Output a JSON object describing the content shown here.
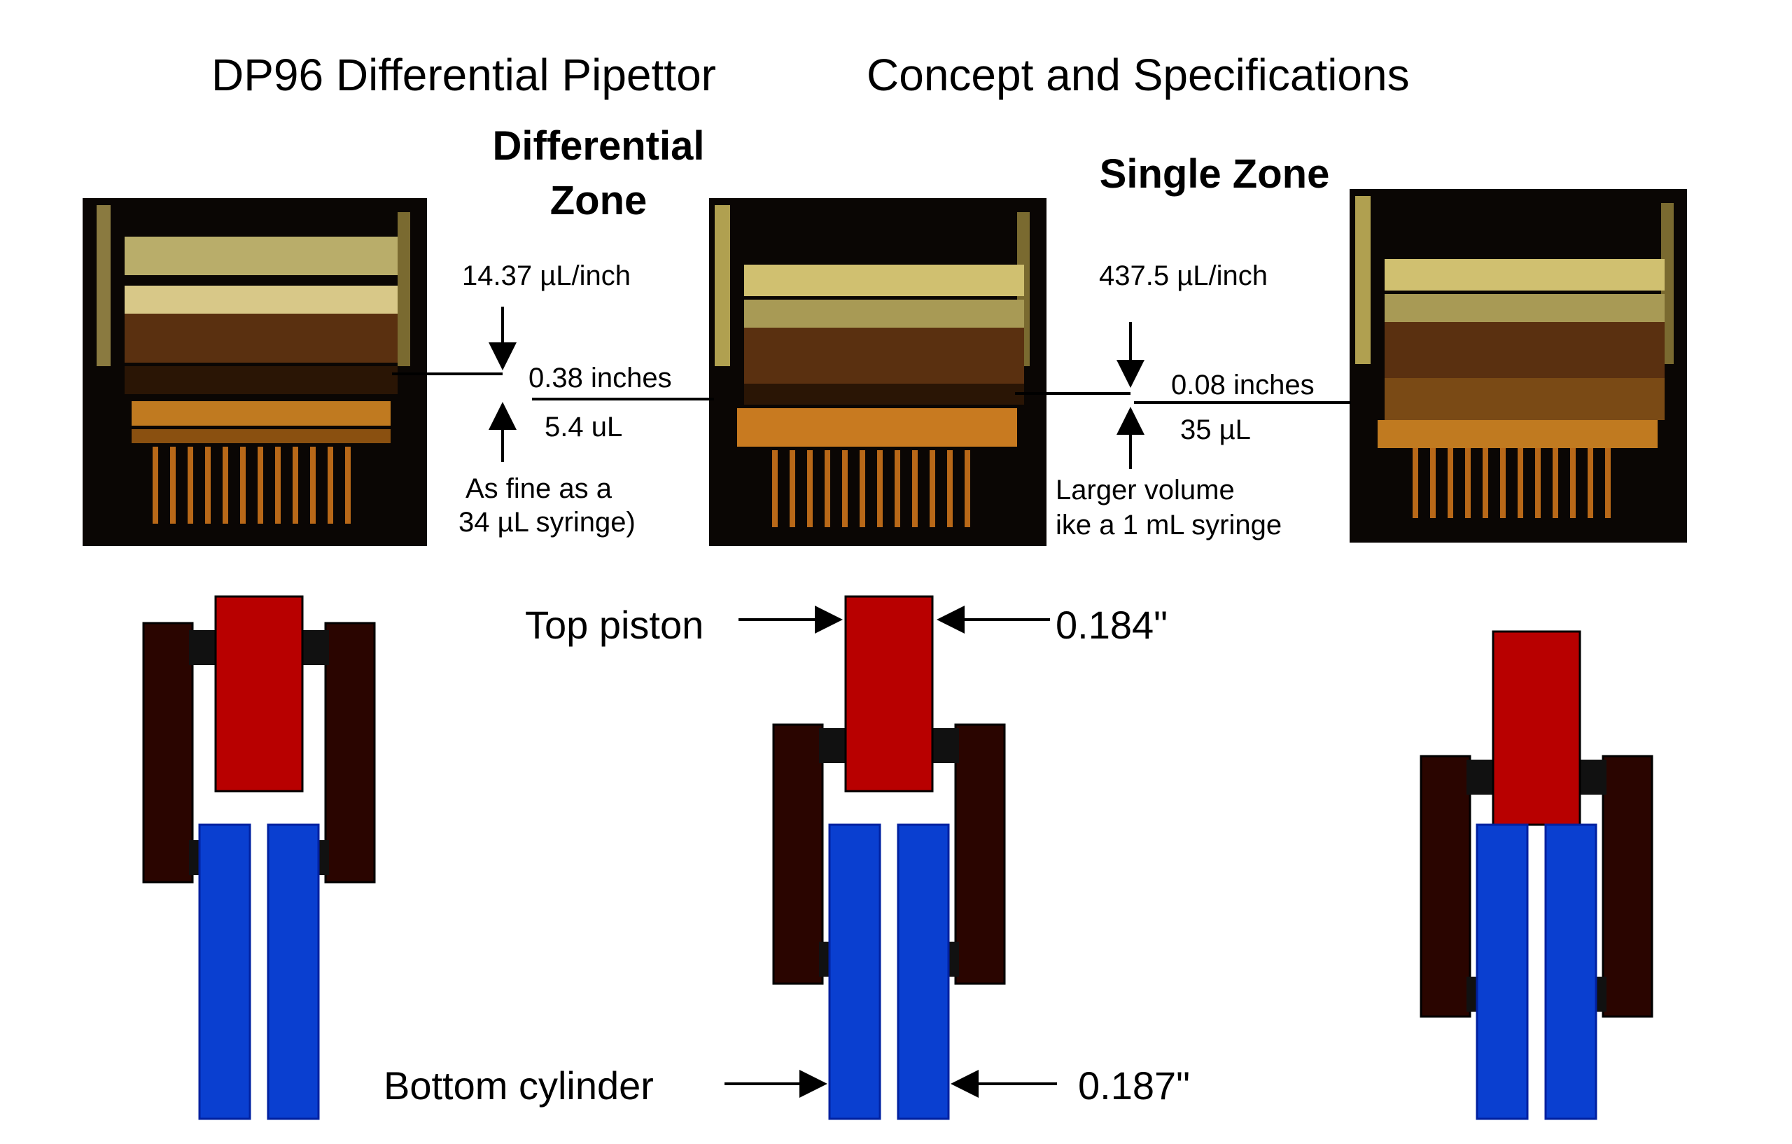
{
  "title": {
    "left": "DP96 Differential Pipettor",
    "right": "Concept and Specifications"
  },
  "zones": {
    "differential": {
      "heading_line1": "Differential",
      "heading_line2": "Zone",
      "rate": "14.37 µL/inch",
      "travel": "0.38 inches",
      "volume": "5.4 uL",
      "note_line1": "As fine as a",
      "note_line2": "34 µL syringe)"
    },
    "single": {
      "heading": "Single Zone",
      "rate": "437.5 µL/inch",
      "travel": "0.08 inches",
      "volume": "35 µL",
      "note_line1": "Larger volume",
      "note_line2": "ike a 1 mL syringe"
    }
  },
  "diagram_labels": {
    "top_piston": "Top piston",
    "top_piston_dim": "0.184\"",
    "bottom_cylinder": "Bottom cylinder",
    "bottom_cylinder_dim": "0.187\""
  },
  "colors": {
    "piston": "#b80000",
    "cylinder": "#0a3fd0",
    "housing": "#2a0500",
    "photo_gold": "#c8a040"
  }
}
